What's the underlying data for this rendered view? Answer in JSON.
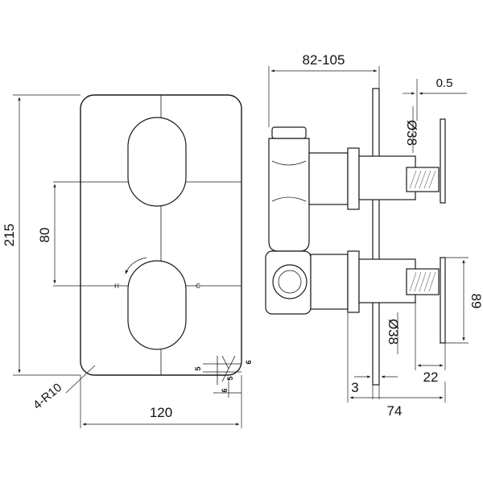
{
  "front_view": {
    "height_label": "215",
    "width_label": "120",
    "spacing_label": "80",
    "corner_radius_label": "4-R10",
    "hot_label": "H",
    "cold_label": "C",
    "detail_labels": [
      "5",
      "6",
      "5",
      "6"
    ]
  },
  "side_view": {
    "depth_range_label": "82-105",
    "gap_label": "0.5",
    "upper_diameter_label": "Ø38",
    "lower_diameter_label": "Ø38",
    "spacing_label": "89",
    "plate_label": "3",
    "handle_depth_label": "22",
    "overall_depth_label": "74"
  }
}
